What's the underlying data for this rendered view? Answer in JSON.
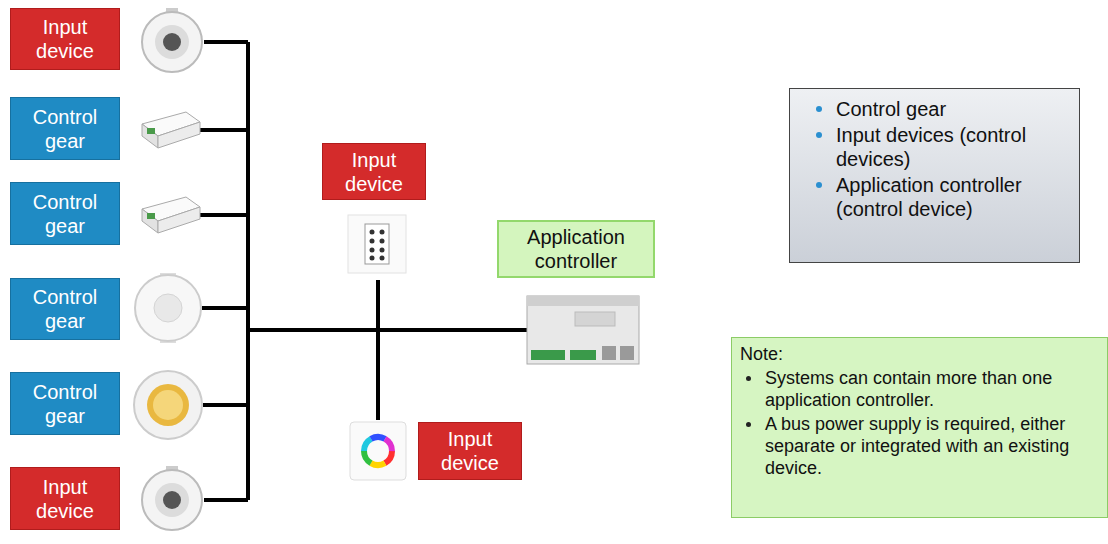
{
  "diagram": {
    "nodes": [
      {
        "text": [
          "Input device"
        ]
      },
      {
        "text": [
          "Control gear"
        ]
      },
      {
        "text": [
          "Control gear"
        ]
      },
      {
        "text": [
          "Control gear"
        ]
      },
      {
        "text": [
          "Control gear"
        ]
      },
      {
        "text": [
          "Input device"
        ]
      },
      {
        "text": [
          "Input device"
        ]
      },
      {
        "text": [
          "Application controller"
        ]
      },
      {
        "text": [
          "Input device"
        ]
      },
      {
        "text": [
          "Control gear",
          "Input devices (control devices)",
          "Application controller (control device)"
        ]
      },
      {
        "text": [
          "Note:",
          "Systems can contain more than one application controller.",
          "A bus power supply is required, either separate or integrated with an existing device."
        ]
      }
    ]
  }
}
